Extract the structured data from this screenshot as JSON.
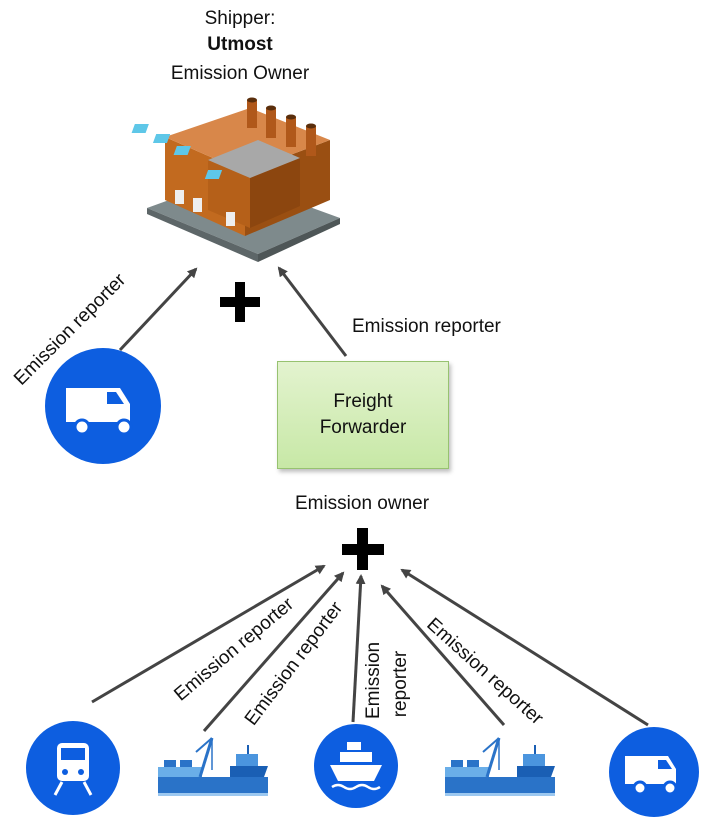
{
  "shipper": {
    "line1": "Shipper:",
    "name": "Utmost",
    "line3": "Emission Owner"
  },
  "forwarder": {
    "line1": "Freight",
    "line2": "Forwarder"
  },
  "labels": {
    "reporter_left": "Emission reporter",
    "reporter_right": "Emission reporter",
    "emission_owner": "Emission owner",
    "reporter_b1": "Emission reporter",
    "reporter_b2": "Emission reporter",
    "reporter_b3_line1": "Emission",
    "reporter_b3_line2": "reporter",
    "reporter_b4": "Emission reporter"
  },
  "colors": {
    "icon_blue": "#0d5ee0",
    "box_green": "#d6eebd",
    "arrow": "#444444"
  },
  "icons": [
    "factory-icon",
    "truck-icon",
    "train-icon",
    "port-icon",
    "ship-icon",
    "port-icon",
    "truck-icon"
  ]
}
